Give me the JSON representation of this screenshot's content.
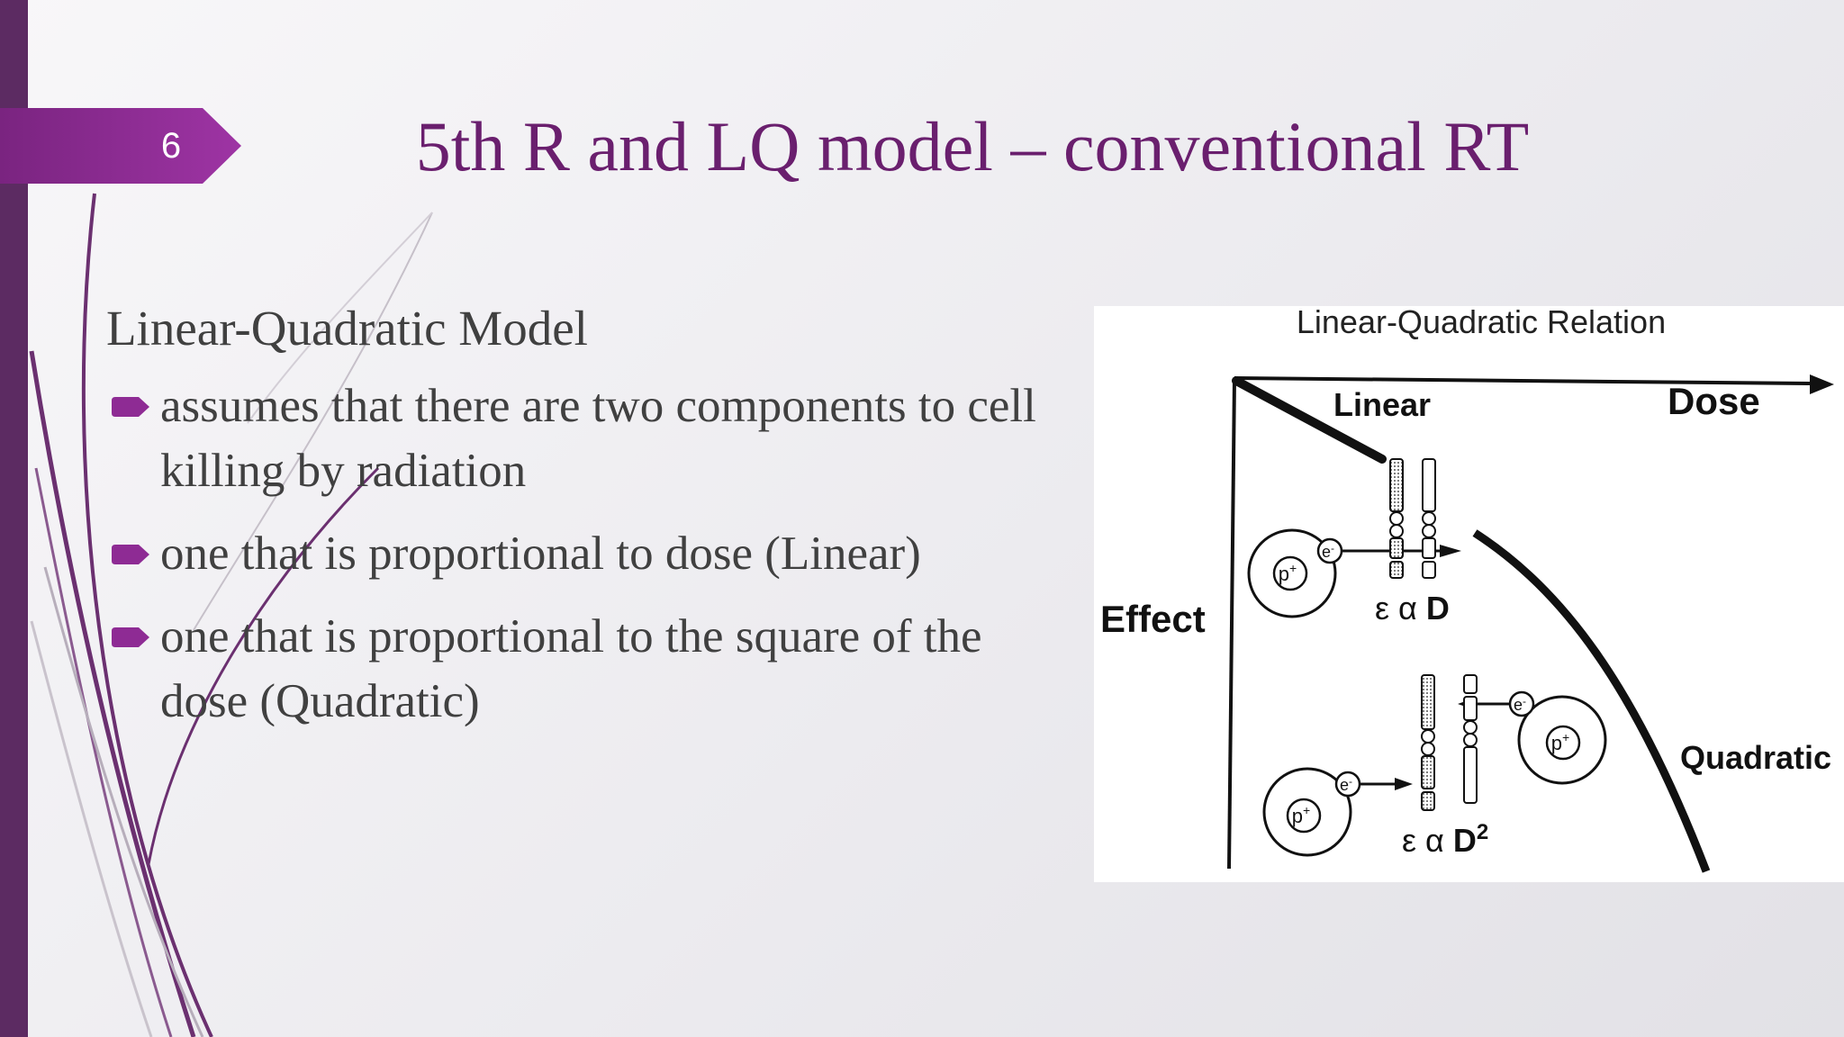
{
  "slide": {
    "number": "6",
    "title": "5th R and LQ model – conventional RT"
  },
  "content": {
    "heading": "Linear-Quadratic Model",
    "bullets": [
      "assumes that there are two components to cell killing by radiation",
      "one that is proportional to dose (Linear)",
      "one that is proportional to the square of the dose (Quadratic)"
    ],
    "bullet_icon": "arrow-icon"
  },
  "figure": {
    "title": "Linear-Quadratic Relation",
    "x_axis_label": "Dose",
    "y_axis_label": "Effect",
    "curve_labels": {
      "linear": "Linear",
      "quadratic": "Quadratic"
    },
    "equations": {
      "linear": {
        "prefix": "ε α ",
        "variable": "D"
      },
      "quadratic": {
        "prefix": "ε α ",
        "variable": "D",
        "exponent": "2"
      }
    },
    "particles": {
      "proton": "p",
      "proton_charge": "+",
      "electron": "e",
      "electron_charge": "-"
    }
  },
  "colors": {
    "accent": "#6a1f6e",
    "tab": "#8e2b94",
    "sidebar": "#5c2b62",
    "body_text": "#404040"
  }
}
